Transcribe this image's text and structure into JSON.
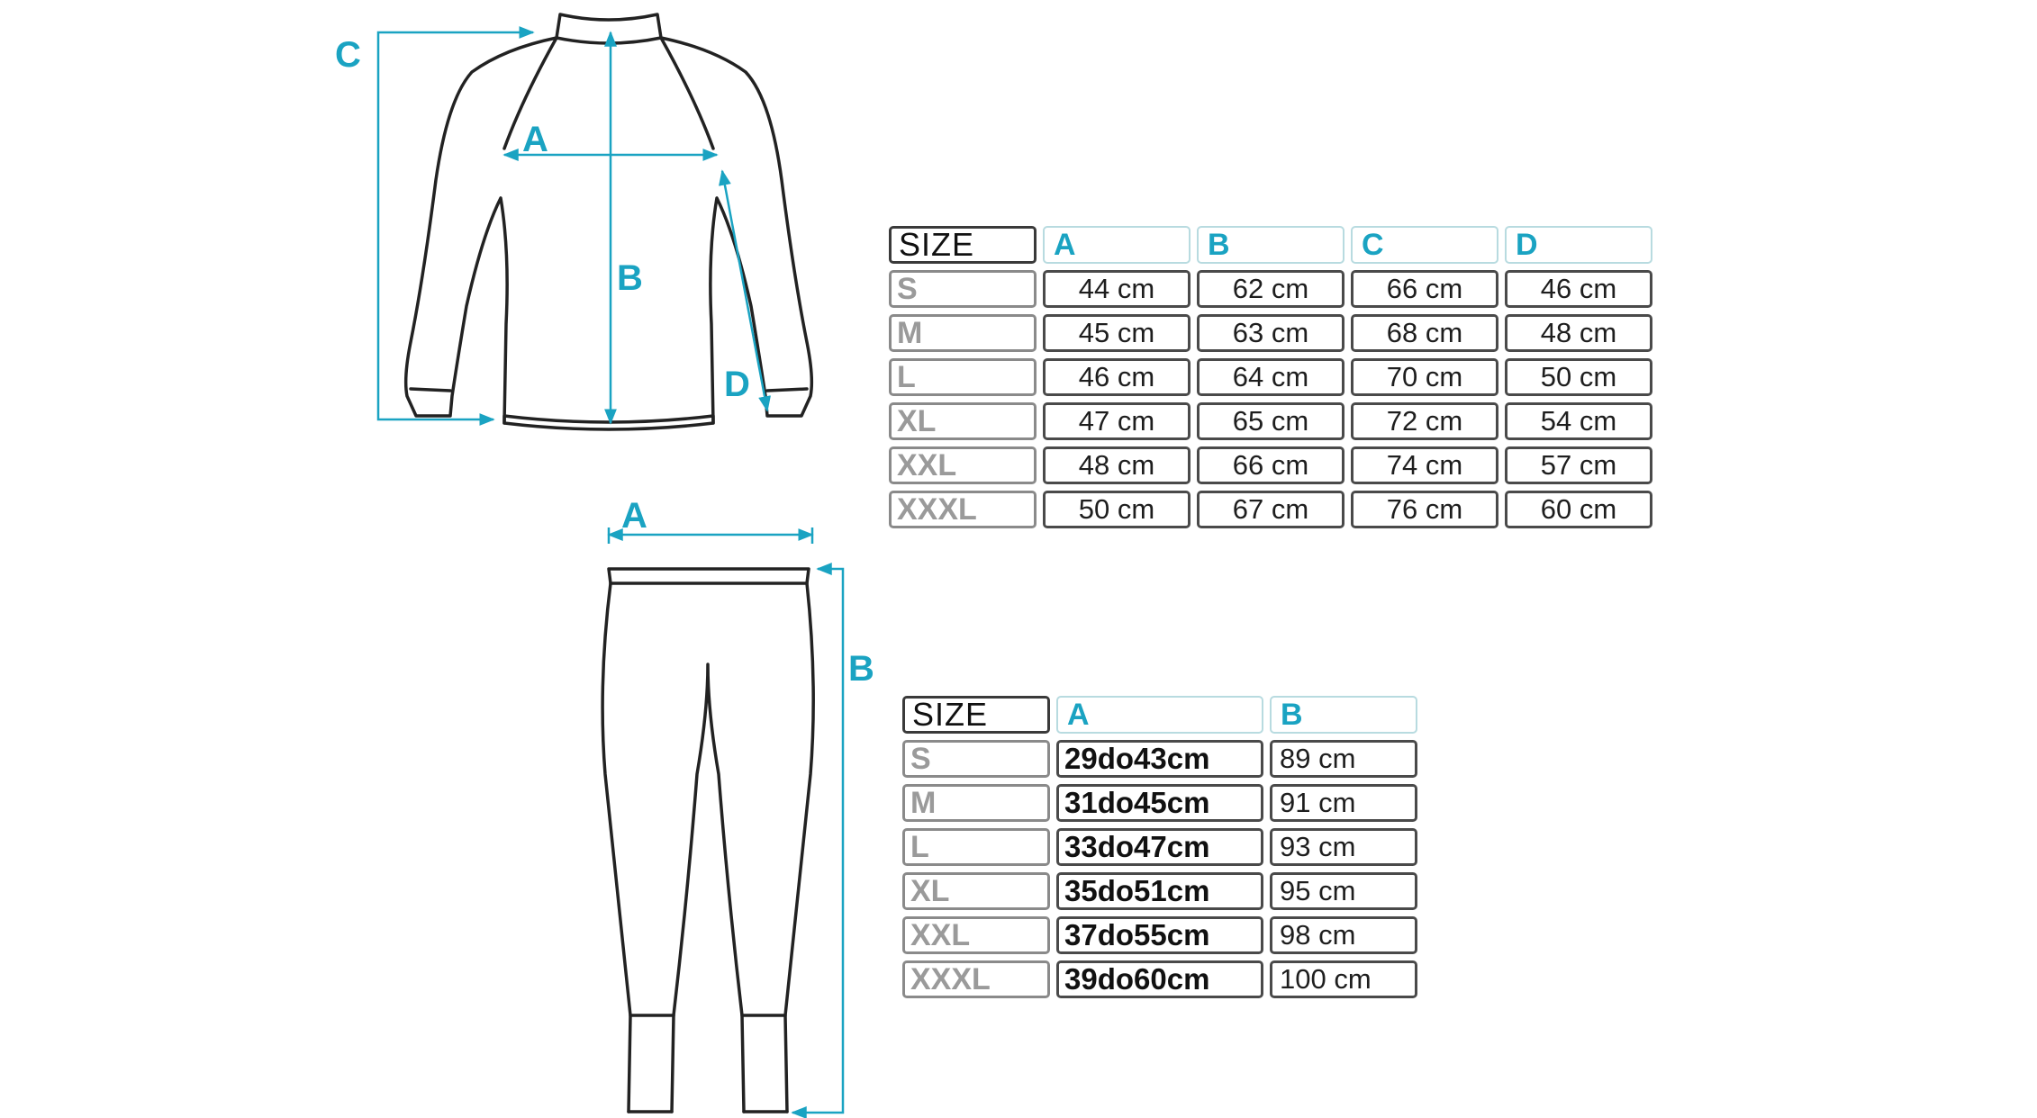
{
  "colors": {
    "accent": "#1aa3c2",
    "outline": "#222222",
    "header_text": "#111111",
    "row_label_text": "#9a9a9a",
    "cell_border": "#4a4a4a",
    "header_cell_border": "#b8dbe0"
  },
  "shirt": {
    "labels": {
      "a": "A",
      "b": "B",
      "c": "C",
      "d": "D"
    },
    "table": {
      "size_header": "SIZE",
      "columns": [
        "A",
        "B",
        "C",
        "D"
      ],
      "rows": [
        {
          "size": "S",
          "values": [
            "44 cm",
            "62 cm",
            "66 cm",
            "46 cm"
          ]
        },
        {
          "size": "M",
          "values": [
            "45 cm",
            "63 cm",
            "68 cm",
            "48 cm"
          ]
        },
        {
          "size": "L",
          "values": [
            "46 cm",
            "64 cm",
            "70 cm",
            "50 cm"
          ]
        },
        {
          "size": "XL",
          "values": [
            "47 cm",
            "65 cm",
            "72 cm",
            "54 cm"
          ]
        },
        {
          "size": "XXL",
          "values": [
            "48 cm",
            "66 cm",
            "74 cm",
            "57 cm"
          ]
        },
        {
          "size": "XXXL",
          "values": [
            "50 cm",
            "67 cm",
            "76 cm",
            "60 cm"
          ]
        }
      ]
    }
  },
  "pants": {
    "labels": {
      "a": "A",
      "b": "B"
    },
    "table": {
      "size_header": "SIZE",
      "columns": [
        "A",
        "B"
      ],
      "rows": [
        {
          "size": "S",
          "values": [
            "29do43cm",
            "89 cm"
          ]
        },
        {
          "size": "M",
          "values": [
            "31do45cm",
            "91 cm"
          ]
        },
        {
          "size": "L",
          "values": [
            "33do47cm",
            "93 cm"
          ]
        },
        {
          "size": "XL",
          "values": [
            "35do51cm",
            "95 cm"
          ]
        },
        {
          "size": "XXL",
          "values": [
            "37do55cm",
            "98 cm"
          ]
        },
        {
          "size": "XXXL",
          "values": [
            "39do60cm",
            "100 cm"
          ]
        }
      ]
    }
  }
}
